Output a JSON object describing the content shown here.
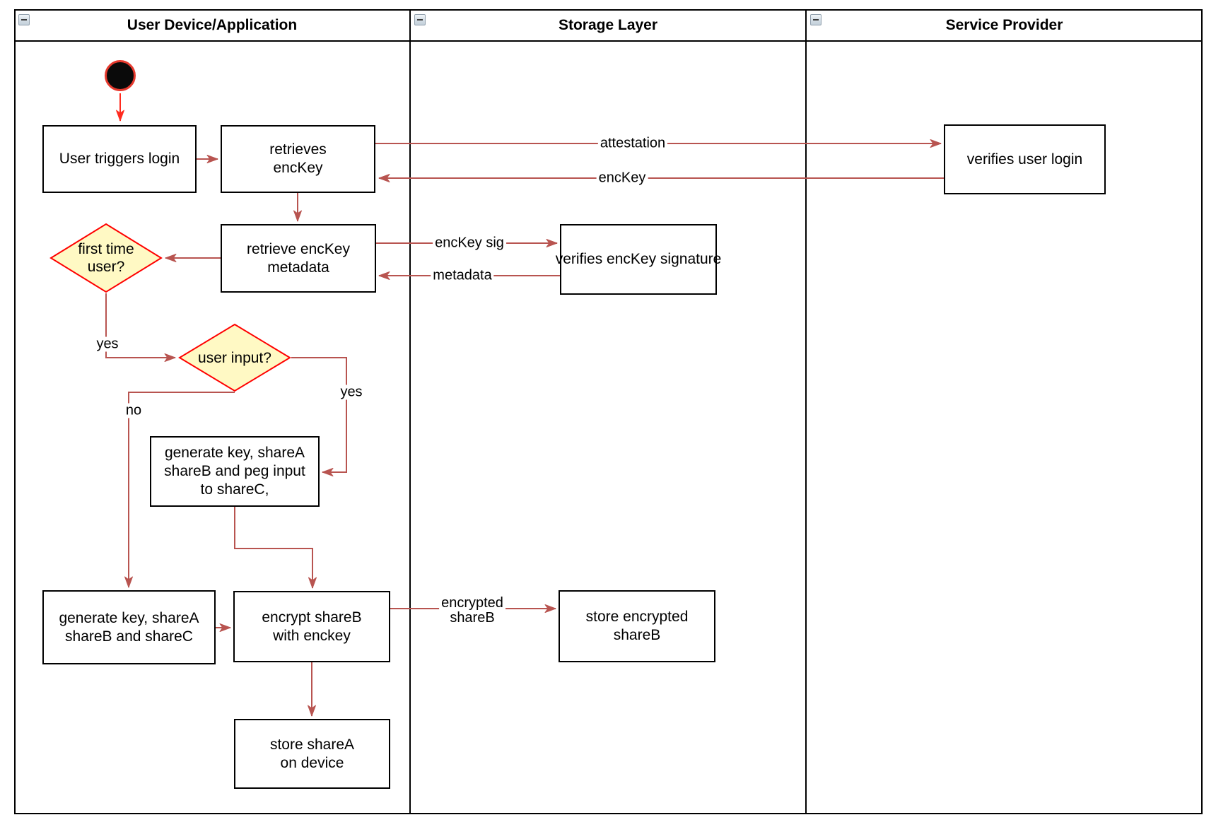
{
  "lanes": [
    {
      "title": "User Device/Application"
    },
    {
      "title": "Storage Layer"
    },
    {
      "title": "Service Provider"
    }
  ],
  "nodes": {
    "user_triggers_login": {
      "label": "User triggers login"
    },
    "retrieves_enckey": {
      "label": "retrieves\nencKey"
    },
    "retrieve_enckey_metadata": {
      "label": "retrieve encKey\nmetadata"
    },
    "first_time_user": {
      "label": "first time\nuser?"
    },
    "user_input": {
      "label": "user input?"
    },
    "generate_key_peg": {
      "label": "generate key, shareA\nshareB and peg input\nto shareC,"
    },
    "generate_key_abc": {
      "label": "generate key, shareA\nshareB and shareC"
    },
    "encrypt_shareb": {
      "label": "encrypt shareB\nwith enckey"
    },
    "store_sharea": {
      "label": "store shareA\non device"
    },
    "verifies_user_login": {
      "label": "verifies user login"
    },
    "verifies_enckey_signature": {
      "label": "verifies encKey signature"
    },
    "store_encrypted_shareb": {
      "label": "store encrypted\nshareB"
    }
  },
  "edge_labels": {
    "attestation": "attestation",
    "enckey": "encKey",
    "enckey_sig": "encKey sig",
    "metadata": "metadata",
    "yes_first_time": "yes",
    "no_user_input": "no",
    "yes_user_input": "yes",
    "encrypted_shareb": "encrypted\nshareB"
  },
  "colors": {
    "edge": "#B85450",
    "start_accent": "#FF2B1F",
    "decision_fill": "#FFF9C4",
    "decision_border": "#FF0000",
    "node_border": "#000000"
  }
}
